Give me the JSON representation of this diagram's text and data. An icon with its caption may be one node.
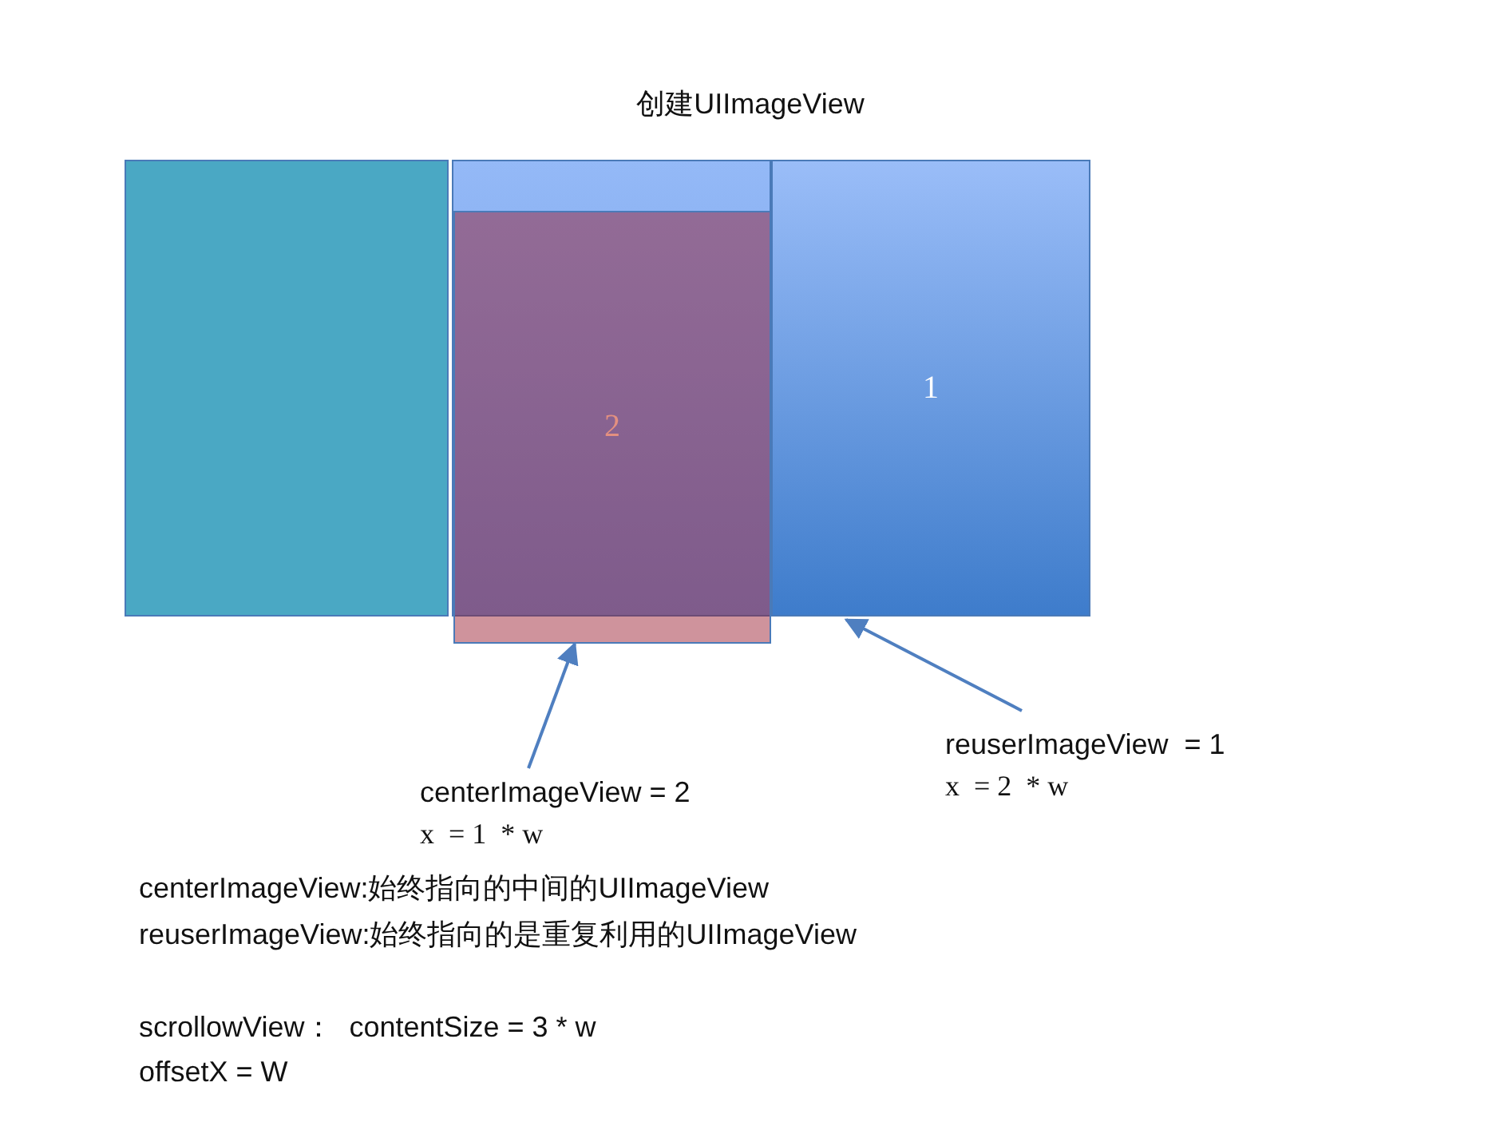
{
  "diagram": {
    "title": "创建UIImageView",
    "nodes": [
      {
        "text": [],
        "shape": "box"
      },
      {
        "text": [],
        "shape": "box"
      },
      {
        "text": [
          "2"
        ]
      },
      {
        "text": [
          "1"
        ]
      },
      {
        "text": [
          "centerImageView = 2",
          "x  = 1  * w"
        ]
      },
      {
        "text": [
          "reuserImageView  = 1",
          "x  = 2  * w"
        ]
      }
    ],
    "edges": [
      {
        "from": 4,
        "to": 2,
        "arrow": "to"
      },
      {
        "from": 5,
        "to": 3,
        "arrow": "to"
      }
    ],
    "labels": [
      "centerImageView:始终指向的中间的UIImageView",
      "reuserImageView:始终指向的是重复利用的UIImageView",
      "scrollowView：  contentSize = 3 * w",
      "offsetX = W"
    ]
  }
}
